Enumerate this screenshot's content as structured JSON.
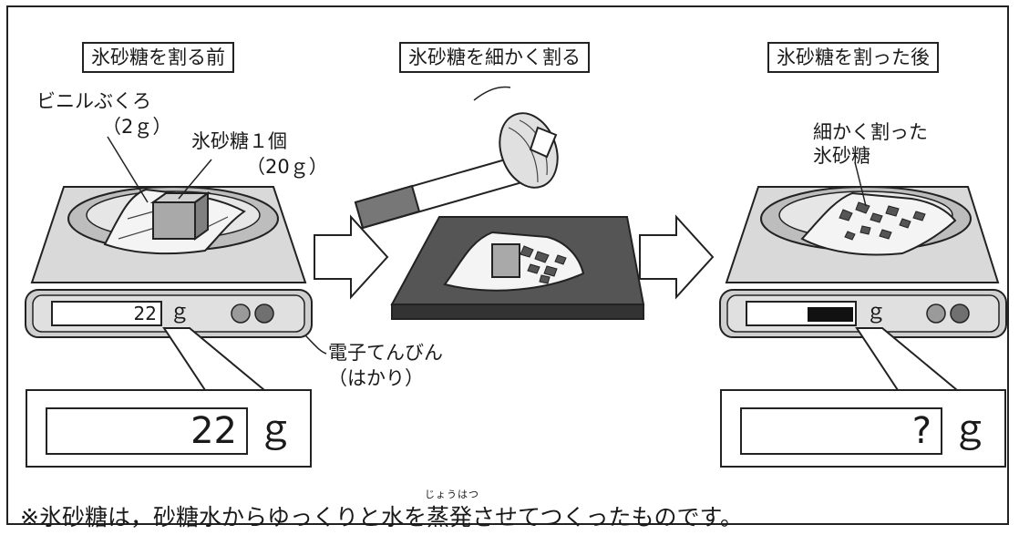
{
  "labels": {
    "before": "氷砂糖を割る前",
    "crush": "氷砂糖を細かく割る",
    "after": "氷砂糖を割った後"
  },
  "annotations": {
    "bag_name": "ビニルぶくろ",
    "bag_weight": "（2ｇ）",
    "sugar_name": "氷砂糖１個",
    "sugar_weight": "（20ｇ）",
    "crushed_line1": "細かく割った",
    "crushed_line2": "氷砂糖",
    "scale_line1": "電子てんびん",
    "scale_line2": "（はかり）"
  },
  "scale_left": {
    "reading": "22",
    "unit": "ｇ"
  },
  "scale_right": {
    "reading": "",
    "unit": "ｇ"
  },
  "zoom_left": {
    "reading": "22",
    "unit": "ｇ"
  },
  "zoom_right": {
    "reading": "?",
    "unit": "ｇ"
  },
  "footer": {
    "part1": "※氷砂糖は，砂糖水からゆっくりと水を",
    "ruby_base": "蒸発",
    "ruby_text": "じょうはつ",
    "part2": "させてつくったものです。"
  }
}
